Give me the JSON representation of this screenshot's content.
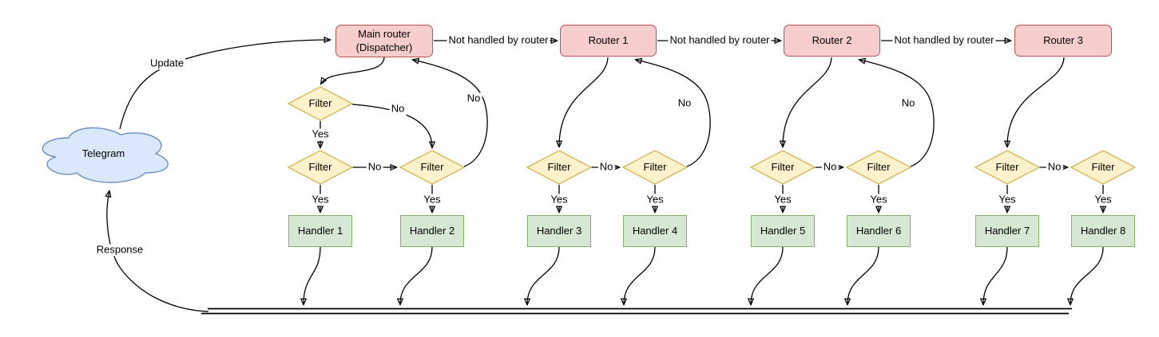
{
  "colors": {
    "router_fill": "#f8cecc",
    "router_stroke": "#b85450",
    "filter_fill": "#fff2cc",
    "filter_stroke": "#d6b656",
    "handler_fill": "#d5e8d4",
    "handler_stroke": "#82b366",
    "cloud_fill": "#dae8fc",
    "cloud_stroke": "#6c8ebf",
    "edge_stroke": "#000000"
  },
  "cloud": {
    "label": "Telegram"
  },
  "routers": {
    "main": {
      "label": "Main router\n(Dispatcher)"
    },
    "r1": {
      "label": "Router 1"
    },
    "r2": {
      "label": "Router 2"
    },
    "r3": {
      "label": "Router 3"
    }
  },
  "filter_label": "Filter",
  "handlers": [
    "Handler 1",
    "Handler 2",
    "Handler 3",
    "Handler 4",
    "Handler 5",
    "Handler 6",
    "Handler 7",
    "Handler 8"
  ],
  "edge_labels": {
    "update": "Update",
    "response": "Response",
    "not_handled": "Not handled by router",
    "yes": "Yes",
    "no": "No"
  },
  "edges": [
    {
      "from": "Telegram",
      "to": "Main router (Dispatcher)",
      "label": "Update"
    },
    {
      "from": "Main router (Dispatcher)",
      "to": "Filter main-top",
      "label": ""
    },
    {
      "from": "Filter main-top",
      "to": "Filter main-left",
      "label": "Yes"
    },
    {
      "from": "Filter main-top",
      "to": "Filter main-right",
      "label": "No"
    },
    {
      "from": "Filter main-left",
      "to": "Filter main-right",
      "label": "No"
    },
    {
      "from": "Filter main-left",
      "to": "Handler 1",
      "label": "Yes"
    },
    {
      "from": "Filter main-right",
      "to": "Handler 2",
      "label": "Yes"
    },
    {
      "from": "Filter main-right",
      "to": "Main router (Dispatcher)",
      "label": "No"
    },
    {
      "from": "Main router (Dispatcher)",
      "to": "Router 1",
      "label": "Not handled by router"
    },
    {
      "from": "Router 1",
      "to": "Filter r1-left",
      "label": ""
    },
    {
      "from": "Filter r1-left",
      "to": "Filter r1-right",
      "label": "No"
    },
    {
      "from": "Filter r1-left",
      "to": "Handler 3",
      "label": "Yes"
    },
    {
      "from": "Filter r1-right",
      "to": "Handler 4",
      "label": "Yes"
    },
    {
      "from": "Filter r1-right",
      "to": "Router 1",
      "label": "No"
    },
    {
      "from": "Router 1",
      "to": "Router 2",
      "label": "Not handled by router"
    },
    {
      "from": "Router 2",
      "to": "Filter r2-left",
      "label": ""
    },
    {
      "from": "Filter r2-left",
      "to": "Filter r2-right",
      "label": "No"
    },
    {
      "from": "Filter r2-left",
      "to": "Handler 5",
      "label": "Yes"
    },
    {
      "from": "Filter r2-right",
      "to": "Handler 6",
      "label": "Yes"
    },
    {
      "from": "Filter r2-right",
      "to": "Router 2",
      "label": "No"
    },
    {
      "from": "Router 2",
      "to": "Router 3",
      "label": "Not handled by router"
    },
    {
      "from": "Router 3",
      "to": "Filter r3-left",
      "label": ""
    },
    {
      "from": "Filter r3-left",
      "to": "Filter r3-right",
      "label": "No"
    },
    {
      "from": "Filter r3-left",
      "to": "Handler 7",
      "label": "Yes"
    },
    {
      "from": "Filter r3-right",
      "to": "Handler 8",
      "label": "Yes"
    },
    {
      "from": "Handler 1",
      "to": "response bus",
      "label": ""
    },
    {
      "from": "Handler 2",
      "to": "response bus",
      "label": ""
    },
    {
      "from": "Handler 3",
      "to": "response bus",
      "label": ""
    },
    {
      "from": "Handler 4",
      "to": "response bus",
      "label": ""
    },
    {
      "from": "Handler 5",
      "to": "response bus",
      "label": ""
    },
    {
      "from": "Handler 6",
      "to": "response bus",
      "label": ""
    },
    {
      "from": "Handler 7",
      "to": "response bus",
      "label": ""
    },
    {
      "from": "response bus",
      "to": "Telegram",
      "label": "Response"
    }
  ]
}
